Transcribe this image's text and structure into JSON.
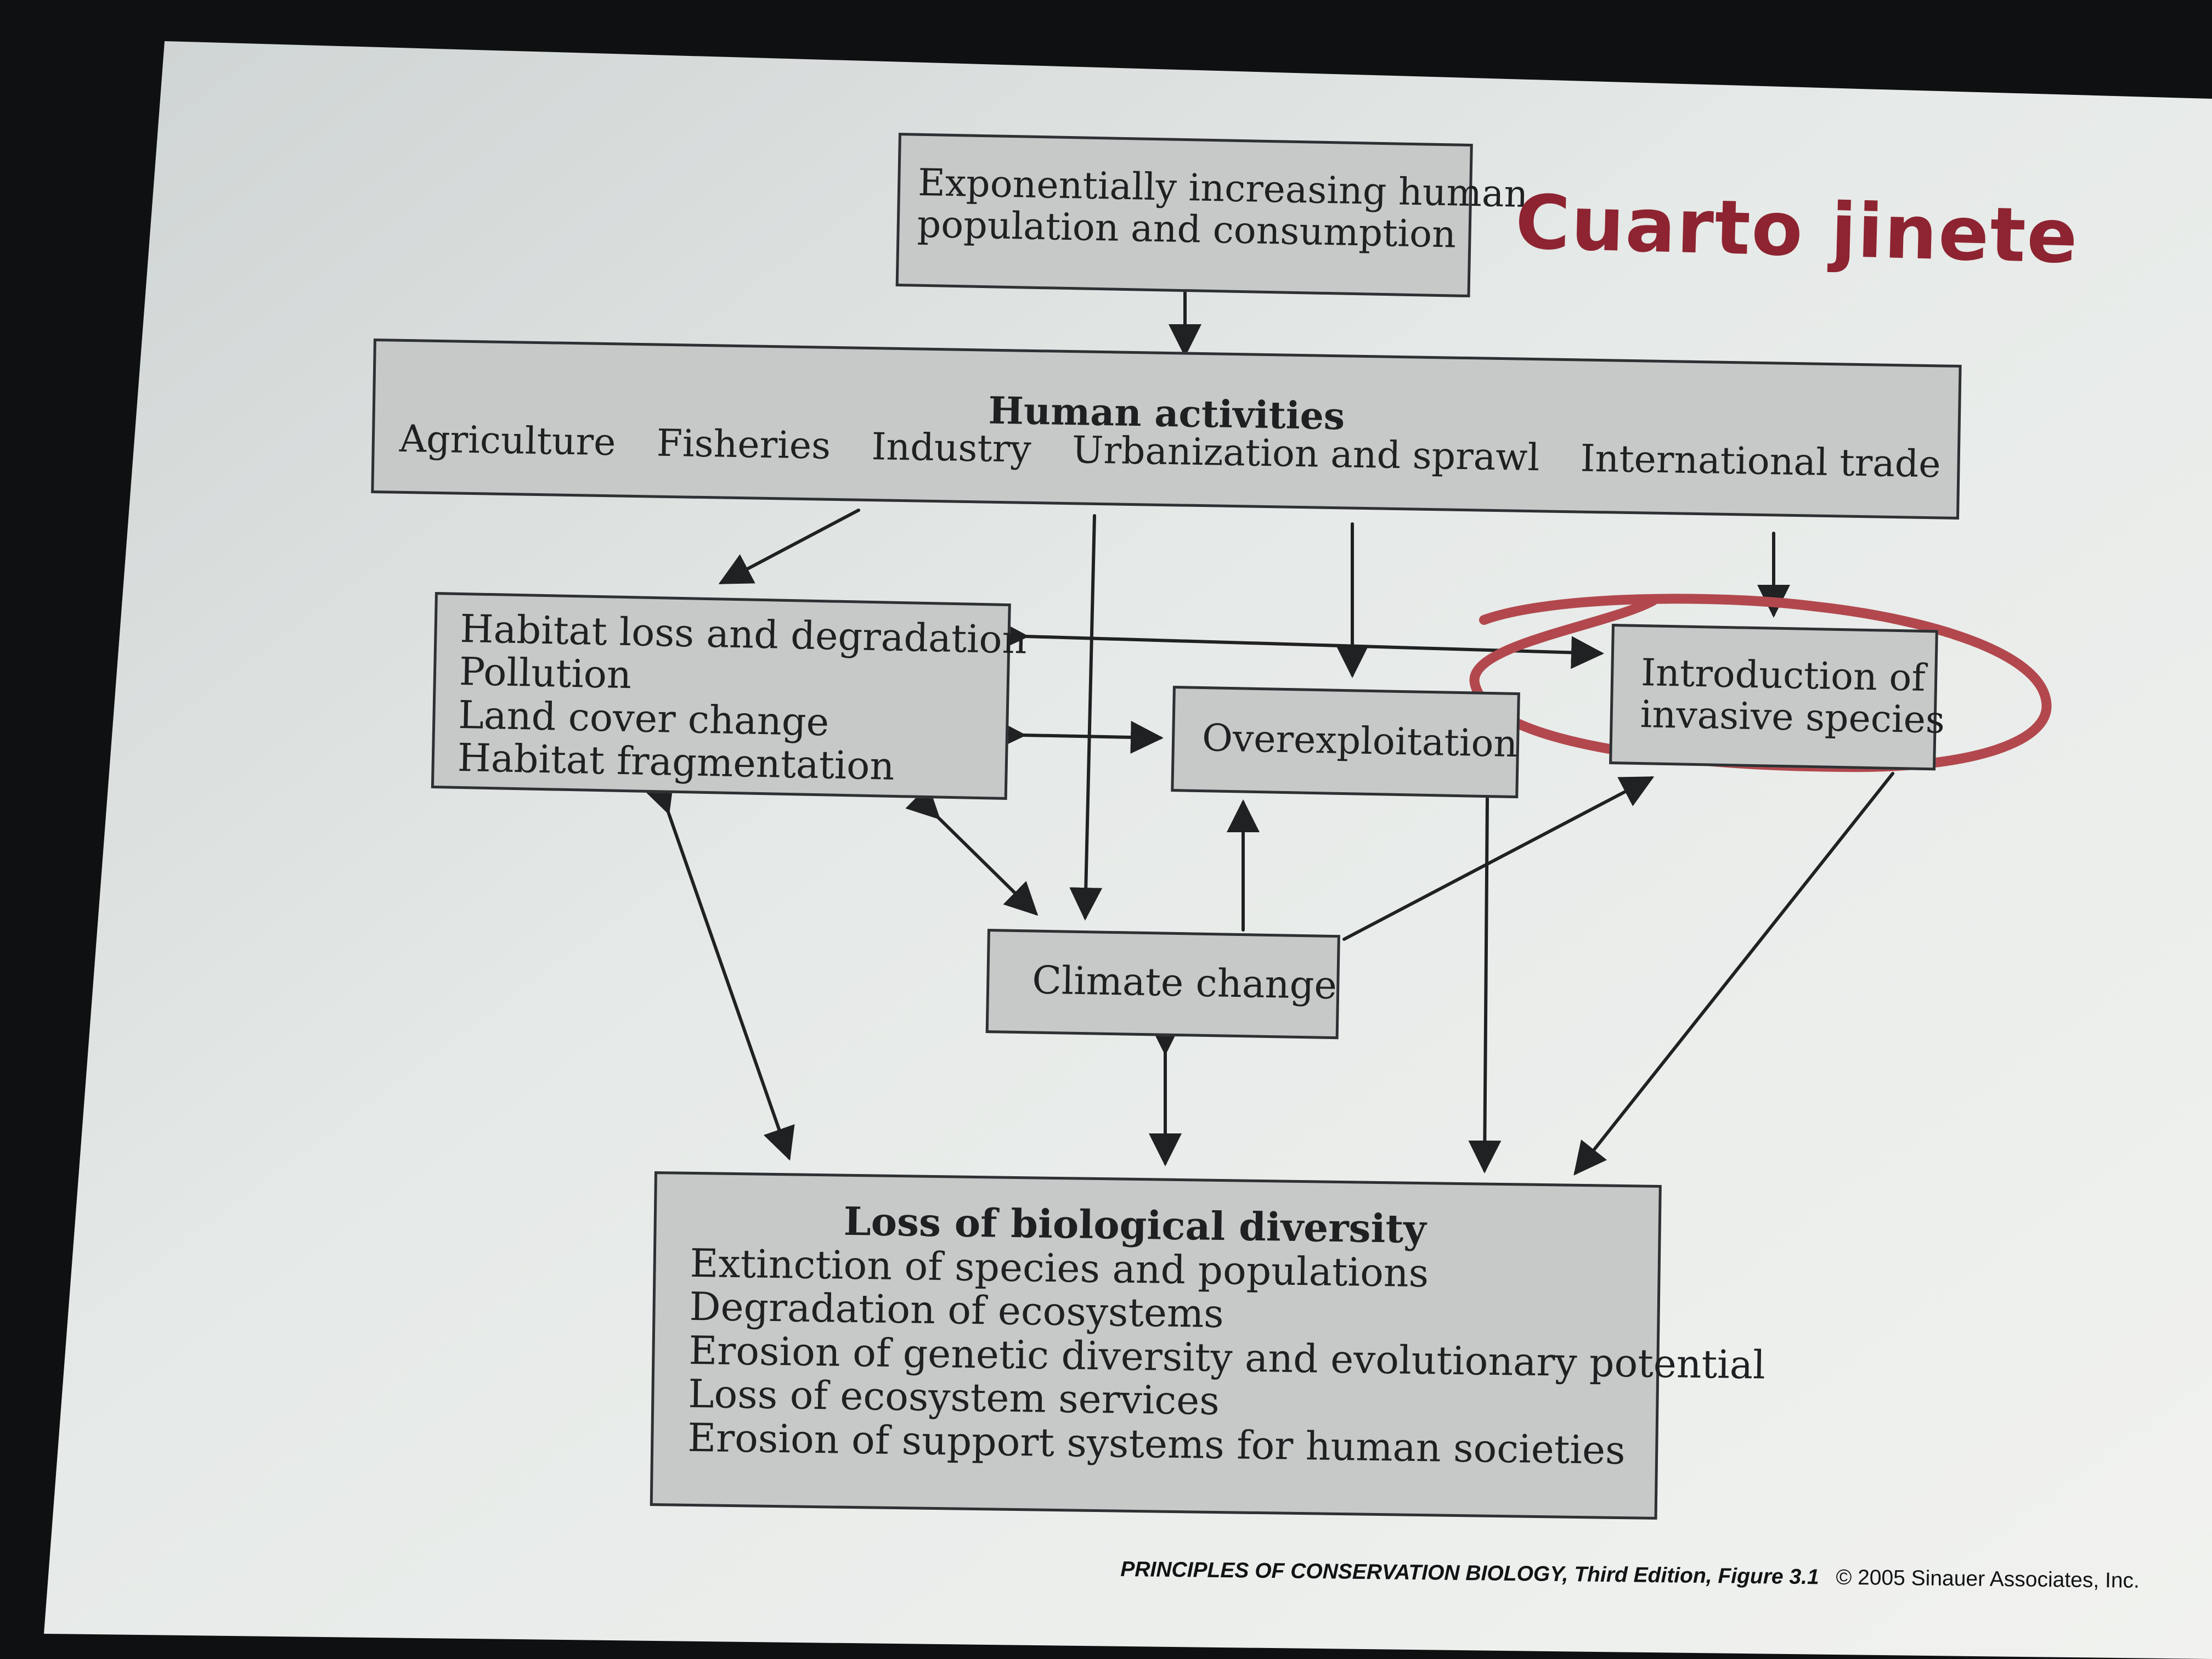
{
  "diagram": {
    "top_box": {
      "lines": [
        "Exponentially increasing human",
        "population and consumption"
      ]
    },
    "annotation": {
      "text": "Cuarto jinete",
      "color": "#8e2431"
    },
    "human_activities": {
      "title": "Human activities",
      "items": [
        "Agriculture",
        "Fisheries",
        "Industry",
        "Urbanization and sprawl",
        "International trade"
      ]
    },
    "habitat_box": {
      "lines": [
        "Habitat loss and degradation",
        "Pollution",
        "Land cover change",
        "Habitat fragmentation"
      ]
    },
    "overexploitation_box": {
      "label": "Overexploitation"
    },
    "invasive_box": {
      "lines": [
        "Introduction of",
        "invasive species"
      ]
    },
    "climate_box": {
      "label": "Climate change"
    },
    "loss_box": {
      "title": "Loss of biological diversity",
      "lines": [
        "Extinction of species and populations",
        "Degradation of ecosystems",
        "Erosion of genetic diversity and evolutionary potential",
        "Loss of ecosystem services",
        "Erosion of support systems for human societies"
      ]
    },
    "footer": {
      "citation": "PRINCIPLES OF CONSERVATION BIOLOGY, Third Edition, Figure 3.1",
      "copyright": "© 2005 Sinauer Associates, Inc."
    },
    "colors": {
      "background": "#0f1011",
      "paper": "#e3e7e5",
      "box_fill": "#c7c9c8",
      "box_border": "#2e3133",
      "line": "#1f2123",
      "annotation": "#8e2431"
    }
  }
}
